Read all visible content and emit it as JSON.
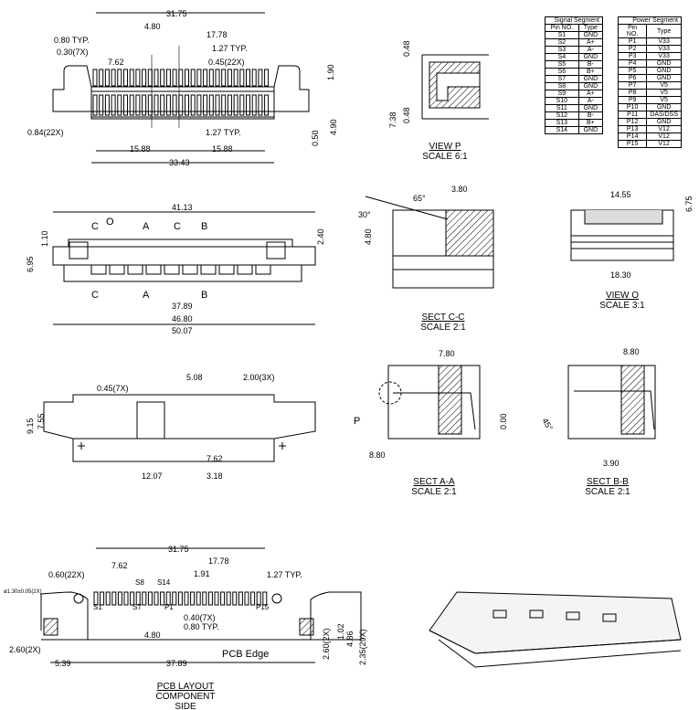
{
  "signal_table": {
    "title": "Signal Segment",
    "col_pin": "Pin NO.",
    "col_type": "Type",
    "rows": [
      [
        "S1",
        "GND"
      ],
      [
        "S2",
        "A+"
      ],
      [
        "S3",
        "A-"
      ],
      [
        "S4",
        "GND"
      ],
      [
        "S5",
        "B-"
      ],
      [
        "S6",
        "B+"
      ],
      [
        "S7",
        "GND"
      ],
      [
        "S8",
        "GND"
      ],
      [
        "S9",
        "A+"
      ],
      [
        "S10",
        "A-"
      ],
      [
        "S11",
        "GND"
      ],
      [
        "S12",
        "B-"
      ],
      [
        "S13",
        "B+"
      ],
      [
        "S14",
        "GND"
      ]
    ]
  },
  "power_table": {
    "title": "Power Segment",
    "col_pin": "Pin NO.",
    "col_type": "Type",
    "rows": [
      [
        "P1",
        "V33"
      ],
      [
        "P2",
        "V33"
      ],
      [
        "P3",
        "V33"
      ],
      [
        "P4",
        "GND"
      ],
      [
        "P5",
        "GND"
      ],
      [
        "P6",
        "GND"
      ],
      [
        "P7",
        "V5"
      ],
      [
        "P8",
        "V5"
      ],
      [
        "P9",
        "V5"
      ],
      [
        "P10",
        "GND"
      ],
      [
        "P11",
        "DAS/DSS"
      ],
      [
        "P12",
        "GND"
      ],
      [
        "P13",
        "V12"
      ],
      [
        "P14",
        "V12"
      ],
      [
        "P15",
        "V12"
      ]
    ]
  },
  "top_view": {
    "d1": "31.75",
    "d2": "4.80",
    "d3": "17.78",
    "d4": "0.80 TYP.",
    "d5": "0.30(7X)",
    "d6": "1.27 TYP.",
    "d7": "7.62",
    "d8": "0.45(22X)",
    "d9": "1.90",
    "d10": "0.84(22X)",
    "d11": "1.27 TYP.",
    "d12": "0.50",
    "d13": "4.90",
    "d14": "15.88",
    "d15": "15.88",
    "d16": "33.43"
  },
  "view_p": {
    "d1": "0.48",
    "d2": "7.38",
    "d3": "0.48",
    "title": "VIEW P",
    "scale": "SCALE 6:1"
  },
  "front_view": {
    "d1": "41.13",
    "c1": "C",
    "o": "O",
    "a1": "A",
    "c2": "C",
    "b1": "B",
    "d2": "1.10",
    "d3": "2.40",
    "d4": "6.95",
    "c3": "C",
    "a2": "A",
    "b2": "B",
    "d5": "37.89",
    "d6": "46.80",
    "d7": "50.07"
  },
  "sect_cc": {
    "d1": "3.80",
    "d2": "65°",
    "d3": "30°",
    "d4": "4.80",
    "title": "SECT C-C",
    "scale": "SCALE 2:1"
  },
  "view_o": {
    "d1": "14.55",
    "d2": "6.75",
    "d3": "18.30",
    "title": "VIEW O",
    "scale": "SCALE 3:1"
  },
  "bottom_view": {
    "d1": "0.45(7X)",
    "d2": "5.08",
    "d3": "2.00(3X)",
    "d4": "9.15",
    "d5": "7.55",
    "d6": "7.62",
    "d7": "12.07",
    "d8": "3.18"
  },
  "sect_aa": {
    "d1": "7.80",
    "p": "P",
    "d2": "0.00",
    "d3": "8.80",
    "title": "SECT A-A",
    "scale": "SCALE 2:1"
  },
  "sect_bb": {
    "d1": "8.80",
    "d2": "45°",
    "d3": "3.90",
    "title": "SECT B-B",
    "scale": "SCALE 2:1"
  },
  "pcb": {
    "d1": "31.75",
    "d2": "7.62",
    "d3": "17.78",
    "d4": "0.60(22X)",
    "d5": "1.91",
    "d6": "1.27 TYP.",
    "s8": "S8",
    "s14": "S14",
    "hole": "ø1.30±0.05(2X)",
    "s1": "S1",
    "s7": "S7",
    "p1": "P1",
    "p15": "P15",
    "d7": "0.40(7X)",
    "d8": "0.80 TYP.",
    "d9": "4.80",
    "d10": "2.60(2X)",
    "edge": "PCB Edge",
    "d11": "5.39",
    "d12": "37.89",
    "d13": "2.60(2X)",
    "d14": "1.02",
    "d15": "4.86",
    "d16": "2.35(29X)",
    "title": "PCB LAYOUT",
    "subtitle": "COMPONENT SIDE"
  }
}
